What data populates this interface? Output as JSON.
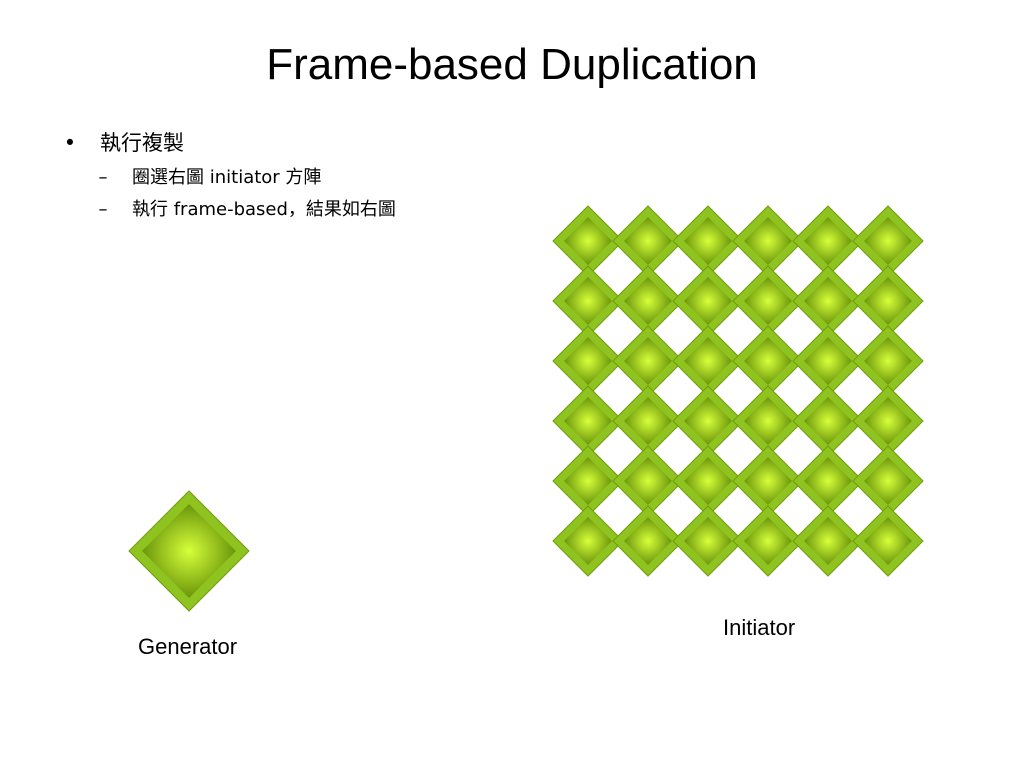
{
  "slide": {
    "title": "Frame-based Duplication"
  },
  "bullets": {
    "marker_l1": "•",
    "marker_l2": "–",
    "items": [
      {
        "text": "執行複製",
        "sub": [
          {
            "text": "圈選右圖 initiator 方陣"
          },
          {
            "text": "執行 frame-based，結果如右圖"
          }
        ]
      }
    ]
  },
  "figures": {
    "generator": {
      "caption": "Generator",
      "shape_icon": "diamond-tile-icon"
    },
    "initiator": {
      "caption": "Initiator",
      "rows": 6,
      "cols": 6,
      "shape_icon": "diamond-tile-icon"
    }
  },
  "colors": {
    "tile_frame": "#8fc31f",
    "tile_frame_dark": "#6f9c0a",
    "tile_center": "#d6ff3a",
    "tile_edge": "#5f8a05"
  }
}
